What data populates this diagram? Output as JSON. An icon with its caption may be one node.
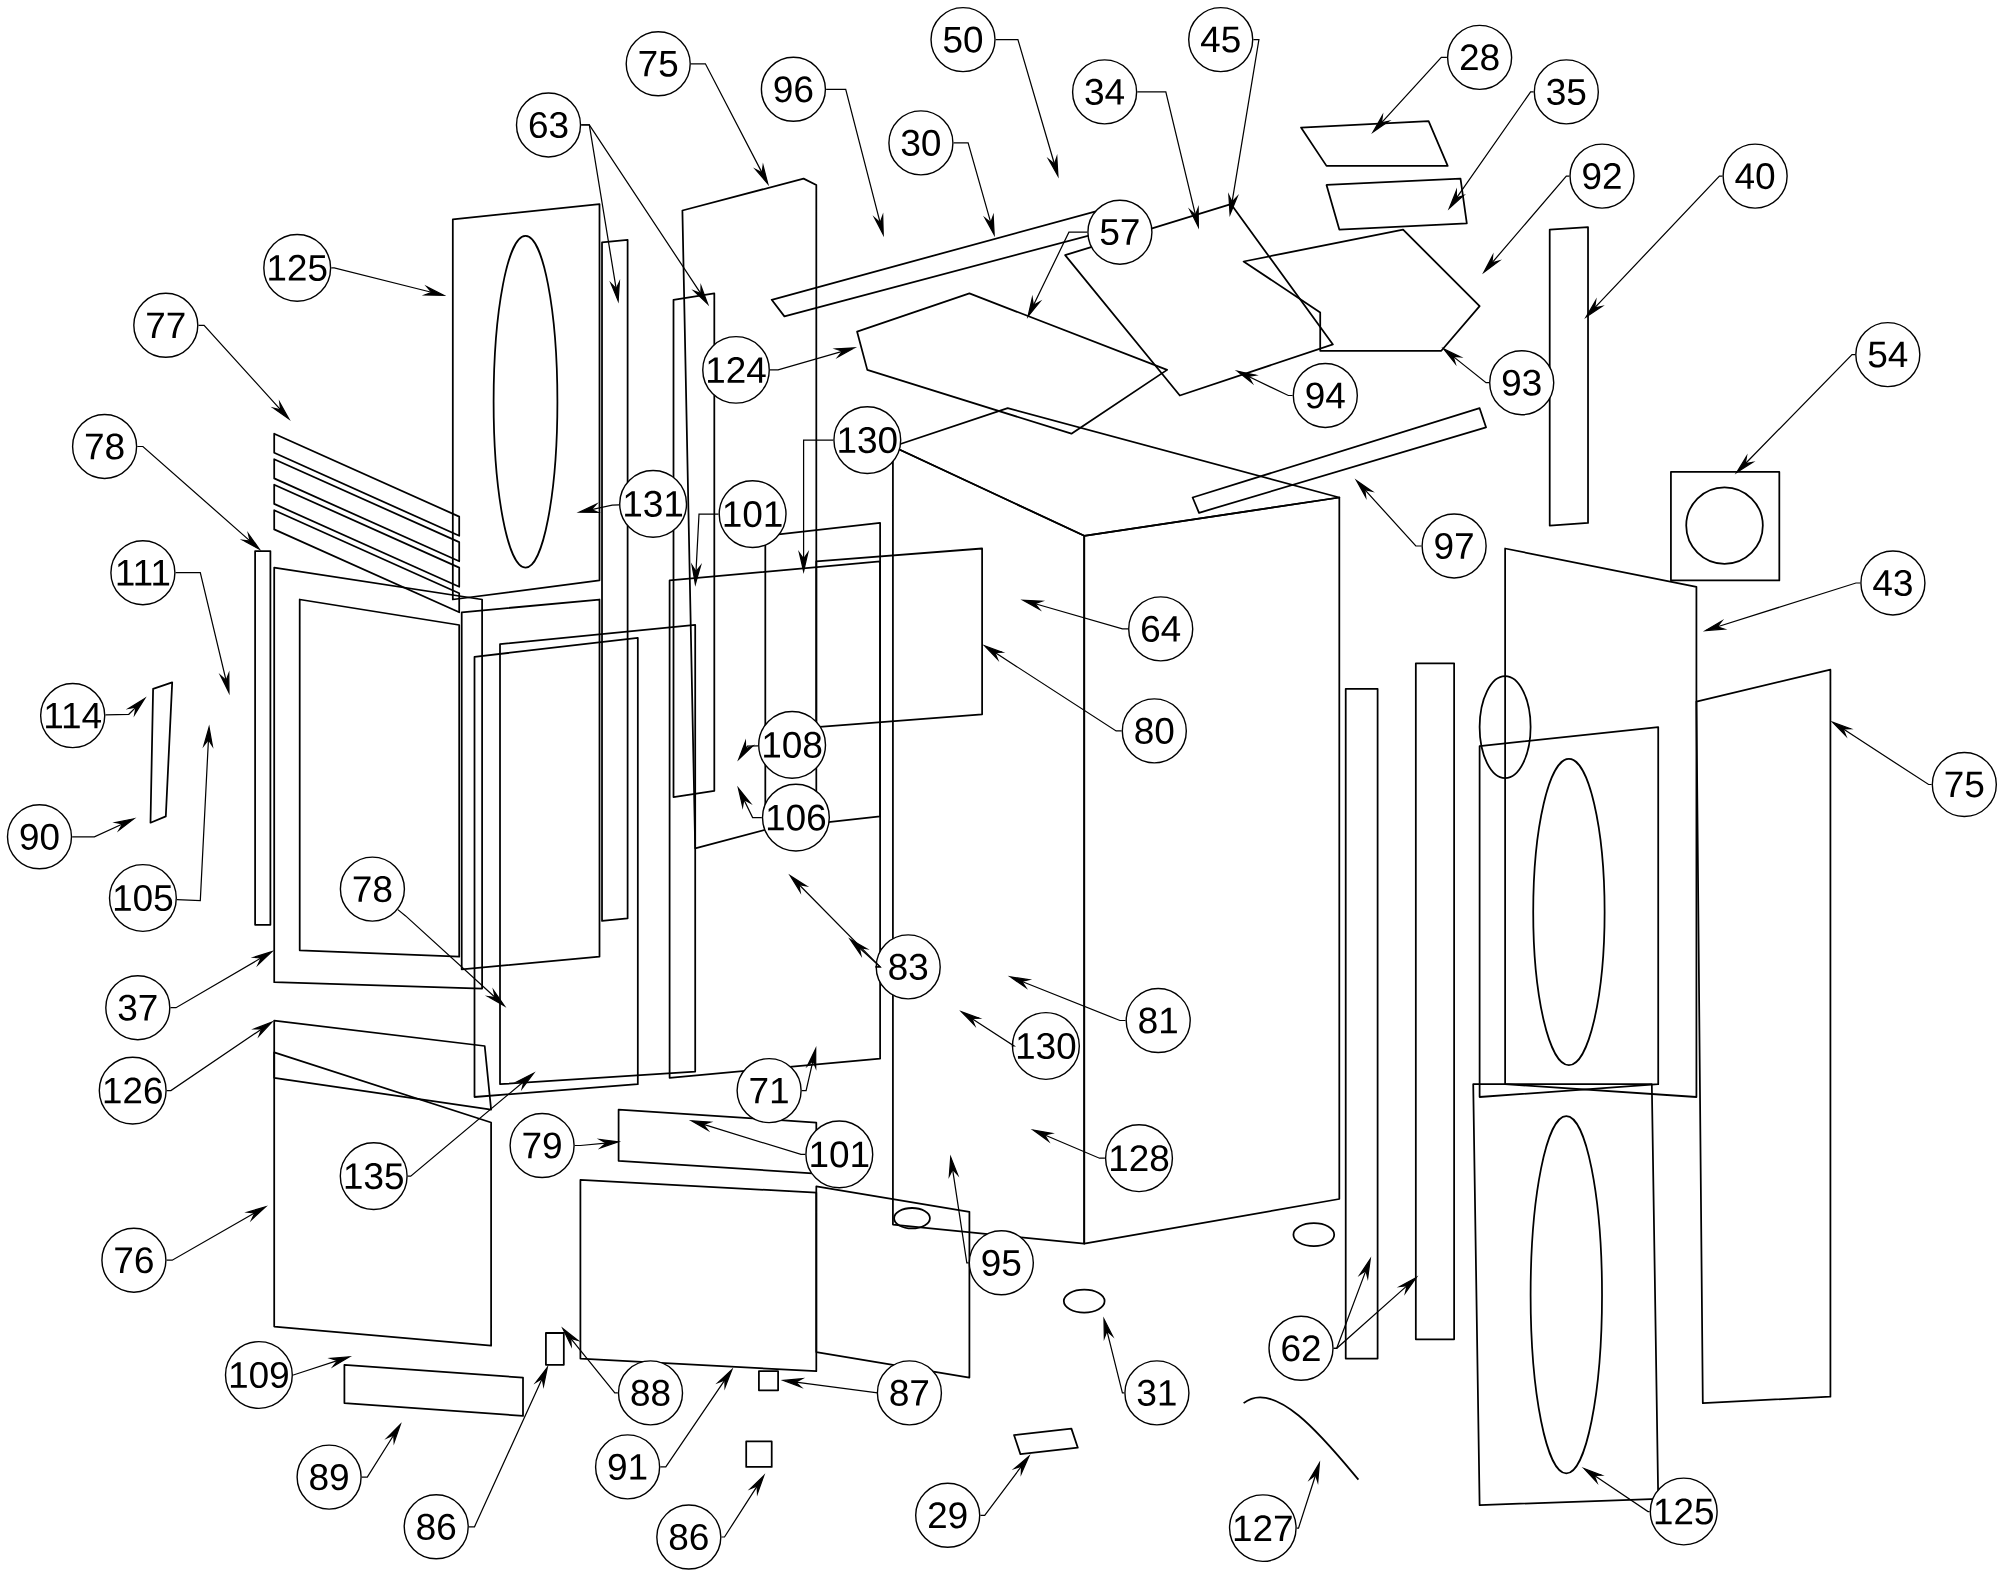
{
  "diagram": {
    "nodes": [
      {
        "text": [
          "75"
        ]
      },
      {
        "text": [
          "96"
        ]
      },
      {
        "text": [
          "63"
        ]
      },
      {
        "text": [
          "50"
        ]
      },
      {
        "text": [
          "30"
        ]
      },
      {
        "text": [
          "57"
        ]
      },
      {
        "text": [
          "34"
        ]
      },
      {
        "text": [
          "45"
        ]
      },
      {
        "text": [
          "28"
        ]
      },
      {
        "text": [
          "35"
        ]
      },
      {
        "text": [
          "92"
        ]
      },
      {
        "text": [
          "40"
        ]
      },
      {
        "text": [
          "124"
        ]
      },
      {
        "text": [
          "94"
        ]
      },
      {
        "text": [
          "93"
        ]
      },
      {
        "text": [
          "54"
        ]
      },
      {
        "text": [
          "97"
        ]
      },
      {
        "text": [
          "125"
        ]
      },
      {
        "text": [
          "77"
        ]
      },
      {
        "text": [
          "78"
        ]
      },
      {
        "text": [
          "130"
        ]
      },
      {
        "text": [
          "131"
        ]
      },
      {
        "text": [
          "101"
        ]
      },
      {
        "text": [
          "111"
        ]
      },
      {
        "text": [
          "114"
        ]
      },
      {
        "text": [
          "90"
        ]
      },
      {
        "text": [
          "105"
        ]
      },
      {
        "text": [
          "64"
        ]
      },
      {
        "text": [
          "80"
        ]
      },
      {
        "text": [
          "108"
        ]
      },
      {
        "text": [
          "106"
        ]
      },
      {
        "text": [
          "78"
        ]
      },
      {
        "text": [
          "83"
        ]
      },
      {
        "text": [
          "130"
        ]
      },
      {
        "text": [
          "81"
        ]
      },
      {
        "text": [
          "37"
        ]
      },
      {
        "text": [
          "126"
        ]
      },
      {
        "text": [
          "135"
        ]
      },
      {
        "text": [
          "71"
        ]
      },
      {
        "text": [
          "101"
        ]
      },
      {
        "text": [
          "79"
        ]
      },
      {
        "text": [
          "128"
        ]
      },
      {
        "text": [
          "95"
        ]
      },
      {
        "text": [
          "76"
        ]
      },
      {
        "text": [
          "109"
        ]
      },
      {
        "text": [
          "88"
        ]
      },
      {
        "text": [
          "87"
        ]
      },
      {
        "text": [
          "31"
        ]
      },
      {
        "text": [
          "89"
        ]
      },
      {
        "text": [
          "91"
        ]
      },
      {
        "text": [
          "86"
        ]
      },
      {
        "text": [
          "86"
        ]
      },
      {
        "text": [
          "29"
        ]
      },
      {
        "text": [
          "127"
        ]
      },
      {
        "text": [
          "62"
        ]
      },
      {
        "text": [
          "43"
        ]
      },
      {
        "text": [
          "75"
        ]
      },
      {
        "text": [
          "125"
        ]
      }
    ],
    "edges": [
      {
        "from": 0,
        "to": null,
        "arrow": "to"
      },
      {
        "from": 1,
        "to": null,
        "arrow": "to"
      },
      {
        "from": 2,
        "to": null,
        "arrow": "to"
      },
      {
        "from": 2,
        "to": null,
        "arrow": "to"
      },
      {
        "from": 3,
        "to": null,
        "arrow": "to"
      },
      {
        "from": 4,
        "to": null,
        "arrow": "to"
      },
      {
        "from": 5,
        "to": null,
        "arrow": "to"
      },
      {
        "from": 6,
        "to": null,
        "arrow": "to"
      },
      {
        "from": 7,
        "to": null,
        "arrow": "to"
      },
      {
        "from": 8,
        "to": null,
        "arrow": "to"
      },
      {
        "from": 9,
        "to": null,
        "arrow": "to"
      },
      {
        "from": 10,
        "to": null,
        "arrow": "to"
      },
      {
        "from": 11,
        "to": null,
        "arrow": "to"
      },
      {
        "from": 12,
        "to": null,
        "arrow": "to"
      },
      {
        "from": 13,
        "to": null,
        "arrow": "to"
      },
      {
        "from": 14,
        "to": null,
        "arrow": "to"
      },
      {
        "from": 15,
        "to": null,
        "arrow": "to"
      },
      {
        "from": 16,
        "to": null,
        "arrow": "to"
      },
      {
        "from": 17,
        "to": null,
        "arrow": "to"
      },
      {
        "from": 18,
        "to": null,
        "arrow": "to"
      },
      {
        "from": 19,
        "to": null,
        "arrow": "to"
      },
      {
        "from": 20,
        "to": null,
        "arrow": "to"
      },
      {
        "from": 21,
        "to": null,
        "arrow": "to"
      },
      {
        "from": 22,
        "to": null,
        "arrow": "to"
      },
      {
        "from": 23,
        "to": null,
        "arrow": "to"
      },
      {
        "from": 24,
        "to": null,
        "arrow": "to"
      },
      {
        "from": 25,
        "to": null,
        "arrow": "to"
      },
      {
        "from": 26,
        "to": null,
        "arrow": "to"
      },
      {
        "from": 27,
        "to": null,
        "arrow": "to"
      },
      {
        "from": 28,
        "to": null,
        "arrow": "to"
      },
      {
        "from": 29,
        "to": null,
        "arrow": "to"
      },
      {
        "from": 30,
        "to": null,
        "arrow": "to"
      },
      {
        "from": 31,
        "to": null,
        "arrow": "to"
      },
      {
        "from": 32,
        "to": null,
        "arrow": "to"
      },
      {
        "from": 32,
        "to": null,
        "arrow": "to"
      },
      {
        "from": 33,
        "to": null,
        "arrow": "to"
      },
      {
        "from": 34,
        "to": null,
        "arrow": "to"
      },
      {
        "from": 35,
        "to": null,
        "arrow": "to"
      },
      {
        "from": 36,
        "to": null,
        "arrow": "to"
      },
      {
        "from": 37,
        "to": null,
        "arrow": "to"
      },
      {
        "from": 38,
        "to": null,
        "arrow": "to"
      },
      {
        "from": 39,
        "to": null,
        "arrow": "to"
      },
      {
        "from": 40,
        "to": null,
        "arrow": "to"
      },
      {
        "from": 41,
        "to": null,
        "arrow": "to"
      },
      {
        "from": 42,
        "to": null,
        "arrow": "to"
      },
      {
        "from": 43,
        "to": null,
        "arrow": "to"
      },
      {
        "from": 44,
        "to": null,
        "arrow": "to"
      },
      {
        "from": 45,
        "to": null,
        "arrow": "to"
      },
      {
        "from": 46,
        "to": null,
        "arrow": "to"
      },
      {
        "from": 47,
        "to": null,
        "arrow": "to"
      },
      {
        "from": 48,
        "to": null,
        "arrow": "to"
      },
      {
        "from": 49,
        "to": null,
        "arrow": "to"
      },
      {
        "from": 50,
        "to": null,
        "arrow": "to"
      },
      {
        "from": 51,
        "to": null,
        "arrow": "to"
      },
      {
        "from": 52,
        "to": null,
        "arrow": "to"
      },
      {
        "from": 53,
        "to": null,
        "arrow": "to"
      },
      {
        "from": 54,
        "to": null,
        "arrow": "to"
      },
      {
        "from": 54,
        "to": null,
        "arrow": "to"
      },
      {
        "from": 55,
        "to": null,
        "arrow": "to"
      },
      {
        "from": 56,
        "to": null,
        "arrow": "to"
      },
      {
        "from": 57,
        "to": null,
        "arrow": "to"
      }
    ]
  }
}
